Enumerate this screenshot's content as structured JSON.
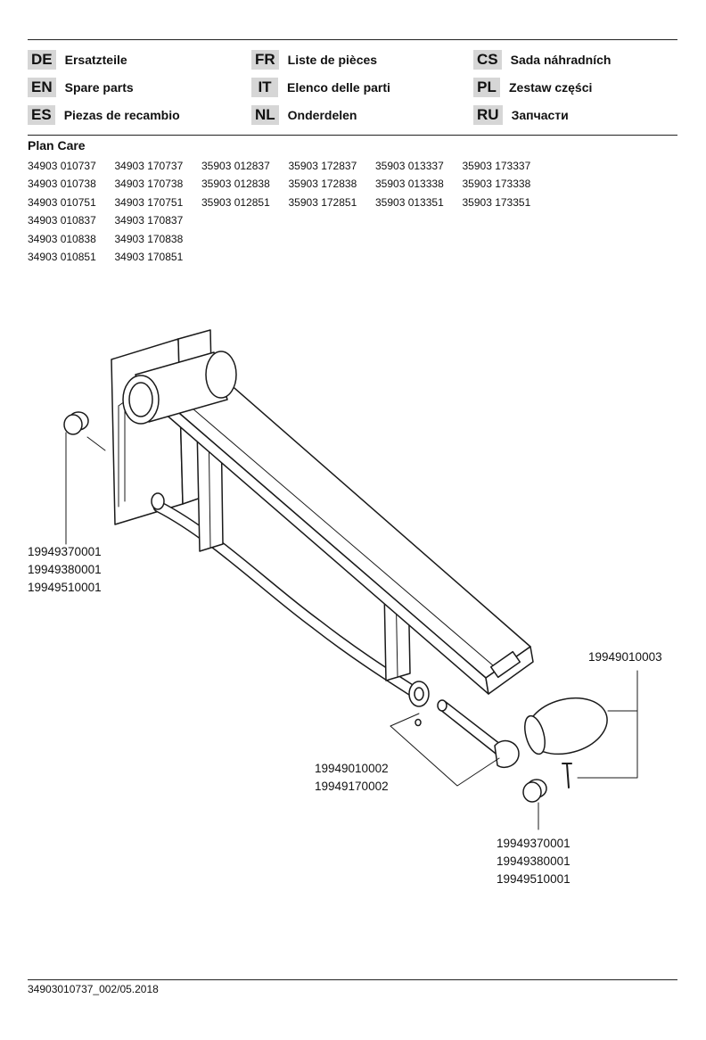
{
  "languages": [
    {
      "code": "DE",
      "name": "Ersatzteile"
    },
    {
      "code": "EN",
      "name": "Spare parts"
    },
    {
      "code": "ES",
      "name": "Piezas de recambio"
    },
    {
      "code": "FR",
      "name": "Liste de pièces"
    },
    {
      "code": "IT",
      "name": "Elenco delle parti"
    },
    {
      "code": "NL",
      "name": "Onderdelen"
    },
    {
      "code": "CS",
      "name": "Sada náhradních"
    },
    {
      "code": "PL",
      "name": "Zestaw części"
    },
    {
      "code": "RU",
      "name": "Запчасти"
    }
  ],
  "product": {
    "name": "Plan Care",
    "codes": [
      [
        "34903 010737",
        "34903 170737",
        "35903 012837",
        "35903 172837",
        "35903 013337",
        "35903 173337"
      ],
      [
        "34903 010738",
        "34903 170738",
        "35903 012838",
        "35903 172838",
        "35903 013338",
        "35903 173338"
      ],
      [
        "34903 010751",
        "34903 170751",
        "35903 012851",
        "35903 172851",
        "35903 013351",
        "35903 173351"
      ],
      [
        "34903 010837",
        "34903 170837"
      ],
      [
        "34903 010838",
        "34903 170838"
      ],
      [
        "34903 010851",
        "34903 170851"
      ]
    ]
  },
  "parts": {
    "left_cap": [
      "19949370001",
      "19949380001",
      "19949510001"
    ],
    "end_cap": [
      "19949010003"
    ],
    "pin_set": [
      "19949010002",
      "19949170002"
    ],
    "small_cap": [
      "19949370001",
      "19949380001",
      "19949510001"
    ]
  },
  "footer": "34903010737_002/05.2018"
}
